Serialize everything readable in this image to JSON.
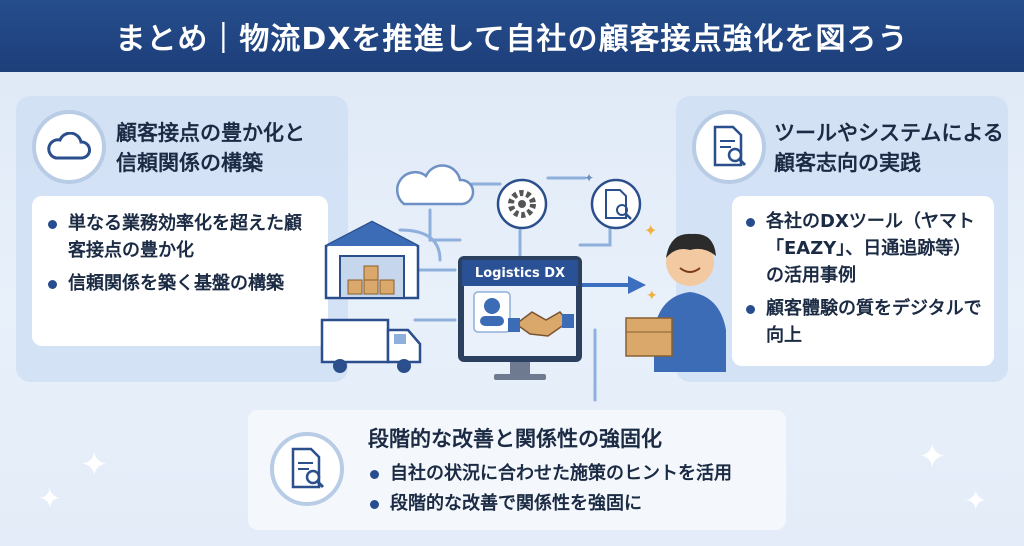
{
  "header": {
    "title": "まとめ｜物流DXを推進して自社の顧客接点強化を図ろう"
  },
  "left_panel": {
    "title_line1": "顧客接点の豊か化と",
    "title_line2": "信頼関係の構築",
    "icon": "cloud-icon",
    "bullets": [
      "単なる業務効率化を超えた顧客接点の豊か化",
      "信頼関係を築く基盤の構築"
    ]
  },
  "right_panel": {
    "title_line1": "ツールやシステムによる",
    "title_line2": "顧客志向の実践",
    "icon": "document-search-icon",
    "bullets": [
      "各社のDXツール（ヤマト「EAZY」、日通追跡等）の活用事例",
      "顧客體験の質をデジタルで向上"
    ]
  },
  "bottom_panel": {
    "title": "段階的な改善と関係性の強固化",
    "icon": "document-search-icon",
    "bullets": [
      "自社の状況に合わせた施策のヒントを活用",
      "段階的な改善で関係性を強固に"
    ]
  },
  "center": {
    "monitor_label": "Logistics DX",
    "icons": [
      "warehouse-icon",
      "truck-icon",
      "cloud-icon",
      "gear-icon",
      "document-search-icon",
      "person-with-box-icon",
      "handshake-icon"
    ]
  },
  "colors": {
    "header": "#1d3f7a",
    "accent": "#284d8e",
    "panel": "#cddef4",
    "box": "#d9a86a"
  }
}
